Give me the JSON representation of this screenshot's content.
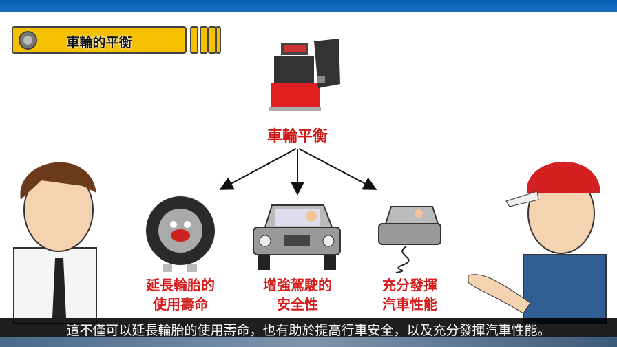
{
  "header": {
    "title": "車輪的平衡",
    "icon": "wheel-icon"
  },
  "diagram": {
    "center": "車輪平衡",
    "benefits": [
      {
        "line1": "延長輪胎的",
        "line2": "使用壽命"
      },
      {
        "line1": "增強駕駛的",
        "line2": "安全性"
      },
      {
        "line1": "充分發揮",
        "line2": "汽車性能"
      }
    ]
  },
  "subtitle": "這不僅可以延長輪胎的使用壽命，也有助於提高行車安全，以及充分發揮汽車性能。",
  "colors": {
    "accent": "#f5c000",
    "label": "#d41c1c",
    "topbar": "#0a5fb8"
  }
}
